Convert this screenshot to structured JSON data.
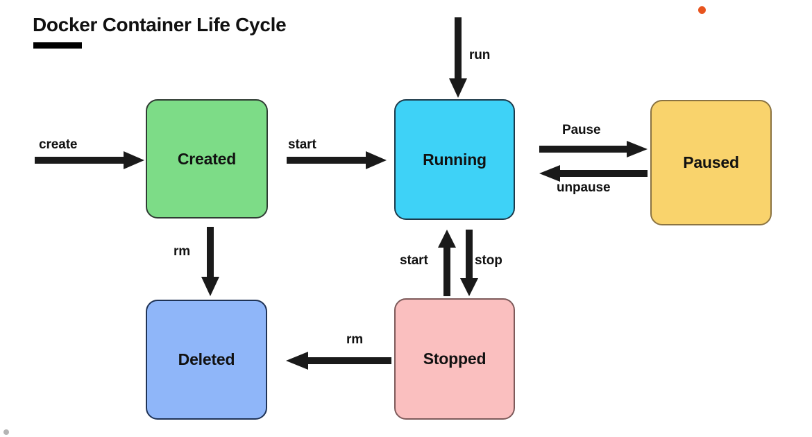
{
  "title": "Docker Container Life Cycle",
  "colors": {
    "background": "#ffffff",
    "created": "#7ddc87",
    "running": "#3ed2f7",
    "paused": "#f9d36c",
    "deleted": "#8fb6f9",
    "stopped": "#fabfbf",
    "arrow": "#1a1a1a",
    "orange_dot": "#e8541e",
    "gray_dot": "#b4b4b4"
  },
  "states": {
    "created": "Created",
    "running": "Running",
    "paused": "Paused",
    "deleted": "Deleted",
    "stopped": "Stopped"
  },
  "transitions": {
    "create": "create",
    "start_to_running": "start",
    "run": "run",
    "pause": "Pause",
    "unpause": "unpause",
    "rm_created_to_deleted": "rm",
    "start_from_stopped": "start",
    "stop": "stop",
    "rm_stopped_to_deleted": "rm"
  },
  "icons": {
    "orange_dot": "circle-dot-icon",
    "gray_dot": "circle-dot-icon",
    "title_underline": "underline-bar-icon"
  }
}
